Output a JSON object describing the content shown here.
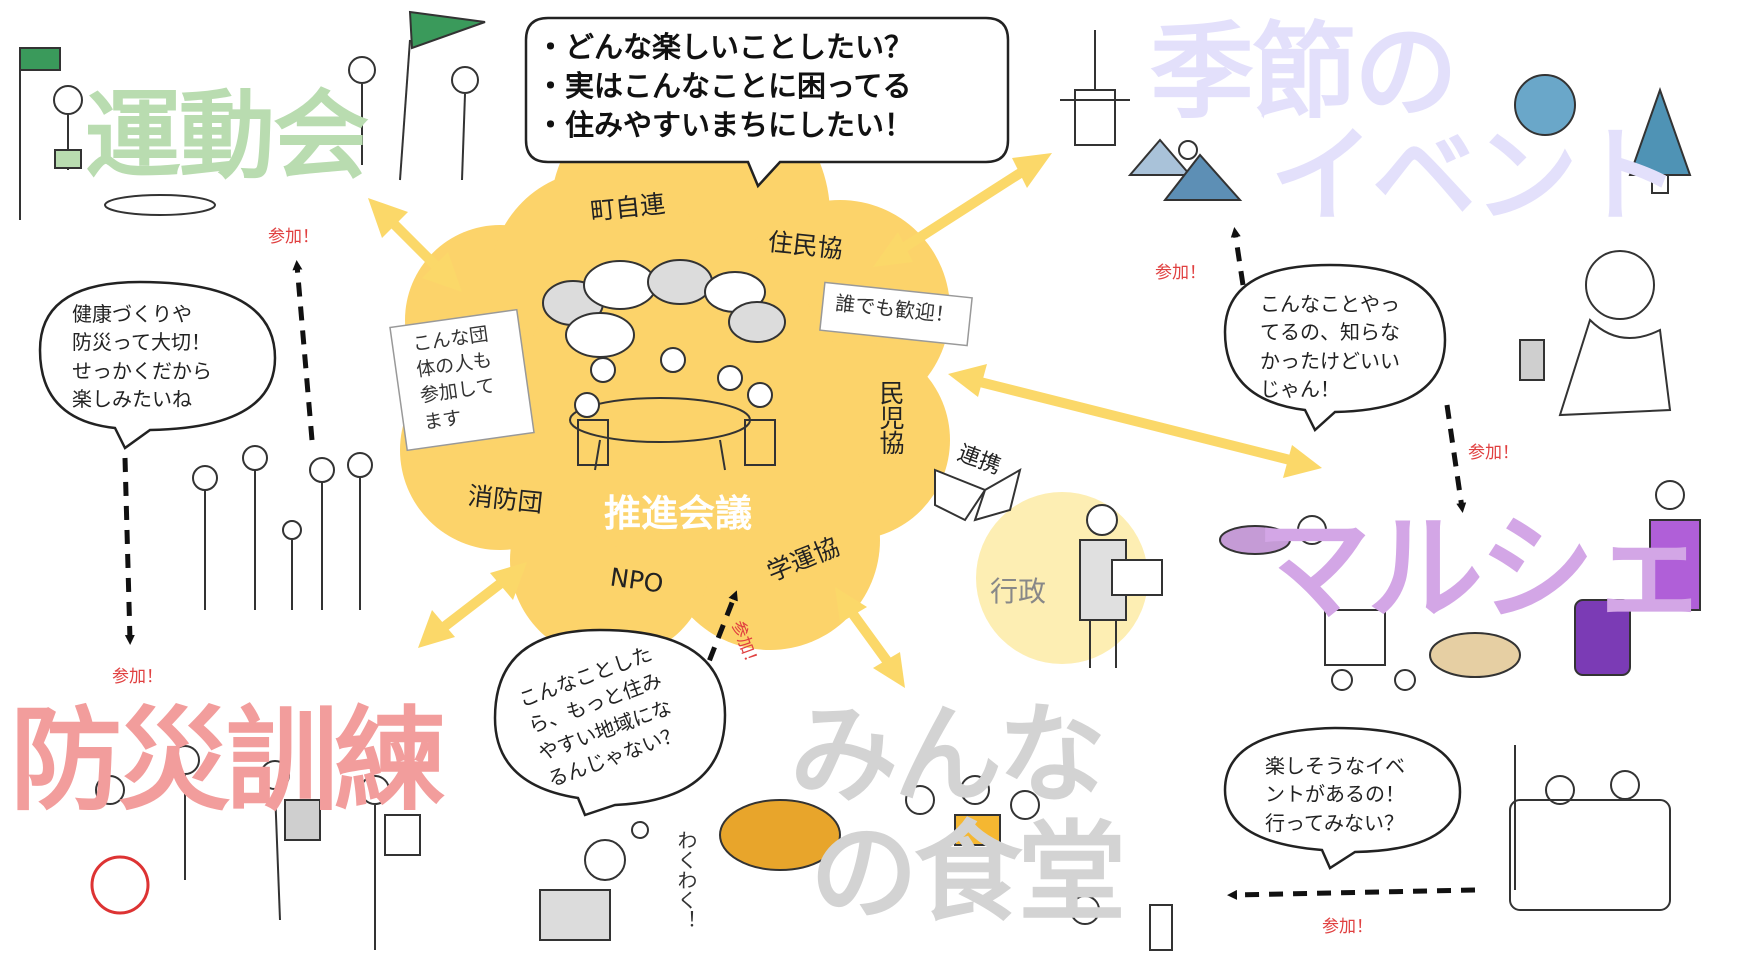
{
  "center": {
    "core_label": "推進会議",
    "organizations": [
      "町自連",
      "住民協",
      "民児協",
      "学運協",
      "NPO",
      "消防団"
    ],
    "note_welcome": "誰でも歓迎！",
    "note_others": [
      "こんな団",
      "体の人も",
      "参加して",
      "ます"
    ]
  },
  "top_speech": [
    "・どんな楽しいことしたい？",
    "・実はこんなことに困ってる",
    "・住みやすいまちにしたい！"
  ],
  "events": {
    "sports_day": "運動会",
    "seasonal": [
      "季節の",
      "イベント"
    ],
    "marche": "マルシェ",
    "disaster_drill": "防災訓練",
    "community_dining": [
      "みんな",
      "の食堂"
    ]
  },
  "speeches": {
    "health": [
      "健康づくりや",
      "防災って大切！",
      "せっかくだから",
      "楽しみたいね"
    ],
    "didnt_know": [
      "こんなことやっ",
      "てるの、知らな",
      "かったけどいい",
      "じゃん！"
    ],
    "livable": [
      "こんなことした",
      "ら、もっと住み",
      "やすい地域にな",
      "るんじゃない？"
    ],
    "fun_event": [
      "楽しそうなイベ",
      "ントがあるの！",
      "行ってみない？"
    ]
  },
  "join_label": "参加！",
  "government": {
    "label": "行政",
    "link": "連携"
  },
  "excited": "わくわく！",
  "colors": {
    "cloud": "#fcd36a",
    "arrow": "#fbd869",
    "gov_circle": "#fdeeb3",
    "sports": "#b9dcb0",
    "seasonal": "#e3e0fb",
    "marche": "#d3a6e6",
    "drill": "#f29d9c",
    "dining": "#d3d3d3",
    "join_text": "#e04040"
  }
}
